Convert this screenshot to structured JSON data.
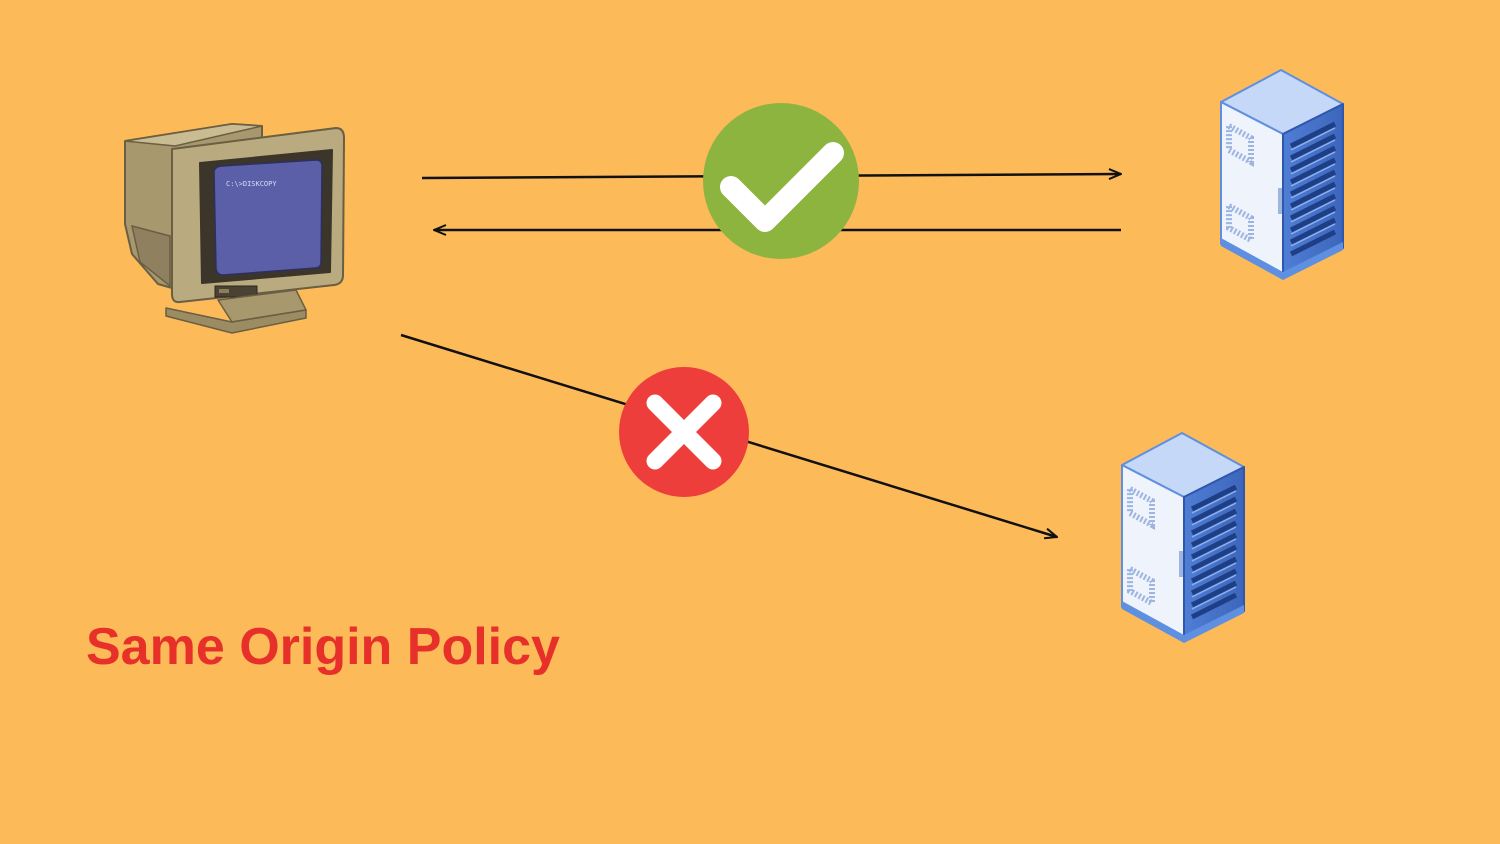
{
  "diagram": {
    "title": "Same Origin Policy",
    "screen_text": "C:\\>DISKCOPY",
    "nodes": [
      {
        "id": "client",
        "icon": "crt-computer-icon"
      },
      {
        "id": "server-same-origin",
        "icon": "server-rack-icon"
      },
      {
        "id": "server-other-origin",
        "icon": "server-rack-icon"
      }
    ],
    "connections": [
      {
        "from": "client",
        "to": "server-same-origin",
        "status": "allowed",
        "icon": "check-icon"
      },
      {
        "from": "server-same-origin",
        "to": "client",
        "status": "allowed"
      },
      {
        "from": "client",
        "to": "server-other-origin",
        "status": "blocked",
        "icon": "cross-icon"
      }
    ]
  },
  "colors": {
    "background": "#FDBA59",
    "title": "#E8302A",
    "arrow": "#111111",
    "allowed": "#8DB43F",
    "blocked": "#EE3E3C",
    "server_body": "#EEF3FC",
    "server_accent": "#5F8FE0",
    "monitor_screen": "#5B5FA8",
    "monitor_case": "#B7A77F"
  }
}
